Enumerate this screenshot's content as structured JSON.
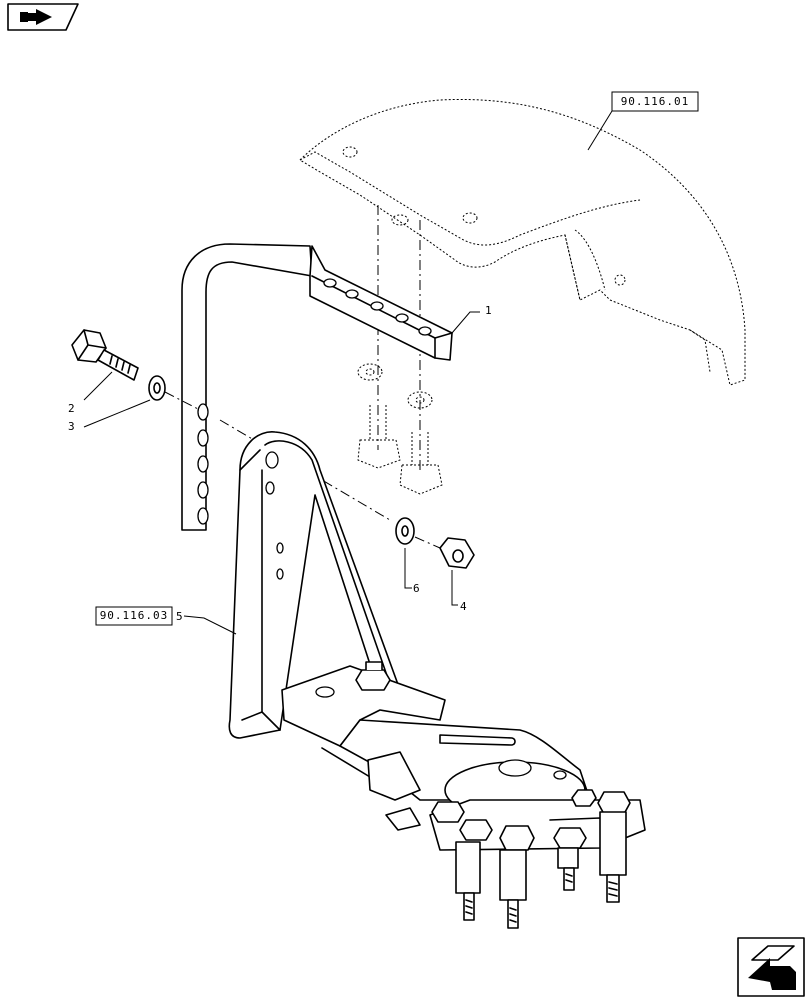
{
  "diagram": {
    "callouts": [
      {
        "id": "c1",
        "text": "1"
      },
      {
        "id": "c2",
        "text": "2"
      },
      {
        "id": "c3",
        "text": "3"
      },
      {
        "id": "c4",
        "text": "4"
      },
      {
        "id": "c5",
        "text": "5"
      },
      {
        "id": "c6",
        "text": "6"
      }
    ],
    "references": [
      {
        "id": "ref-top",
        "text": "90.116.01"
      },
      {
        "id": "ref-left",
        "text": "90.116.03"
      }
    ]
  },
  "navigation": {
    "back_icon": "back-arrow-icon",
    "next_icon": "next-arrow-icon"
  }
}
